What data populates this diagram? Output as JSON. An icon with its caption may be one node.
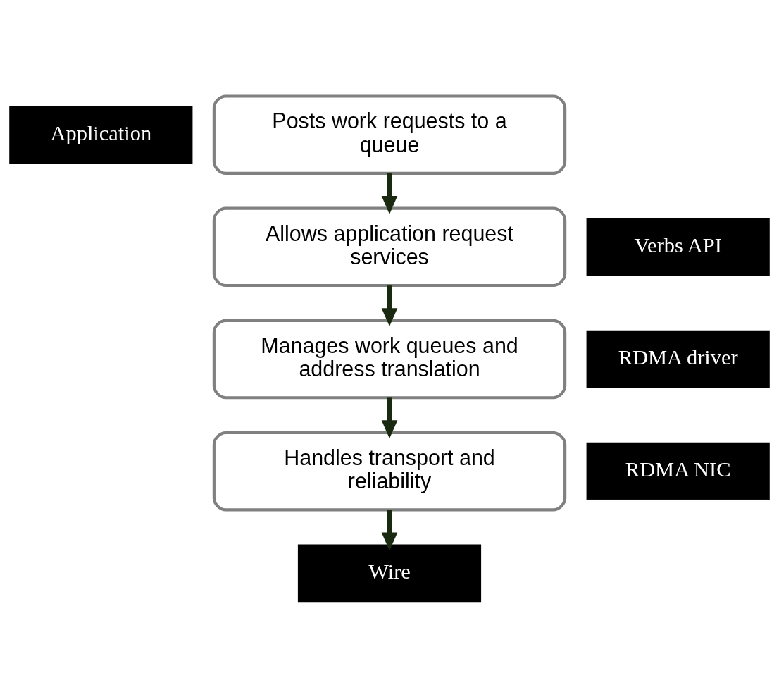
{
  "diagram": {
    "nodes": [
      {
        "text": [
          "Application"
        ]
      },
      {
        "text": [
          "Posts work requests to a queue"
        ]
      },
      {
        "text": [
          "Verbs API"
        ]
      },
      {
        "text": [
          "Allows application request services"
        ]
      },
      {
        "text": [
          "RDMA driver"
        ]
      },
      {
        "text": [
          "Manages work queues and address translation"
        ]
      },
      {
        "text": [
          "RDMA NIC"
        ]
      },
      {
        "text": [
          "Handles transport and reliability"
        ]
      },
      {
        "text": [
          "Wire"
        ]
      }
    ],
    "edges": [
      {
        "from": 1,
        "to": 3,
        "arrow": "to"
      },
      {
        "from": 3,
        "to": 5,
        "arrow": "to"
      },
      {
        "from": 5,
        "to": 7,
        "arrow": "to"
      },
      {
        "from": 7,
        "to": 8,
        "arrow": "to"
      }
    ]
  }
}
